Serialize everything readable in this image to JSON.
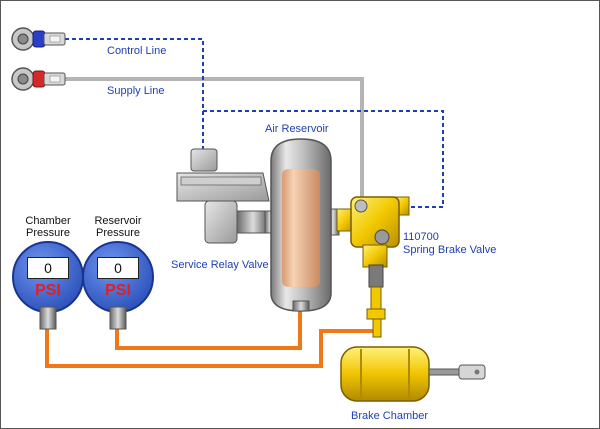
{
  "labels": {
    "control_line": "Control Line",
    "supply_line": "Supply Line",
    "air_reservoir": "Air Reservoir",
    "service_relay_valve": "Service Relay Valve",
    "spring_brake_part": "110700",
    "spring_brake_valve": "Spring Brake Valve",
    "brake_chamber": "Brake Chamber"
  },
  "gauges": [
    {
      "title_line1": "Chamber",
      "title_line2": "Pressure",
      "value": "0",
      "unit": "PSI"
    },
    {
      "title_line1": "Reservoir",
      "title_line2": "Pressure",
      "value": "0",
      "unit": "PSI"
    }
  ],
  "colors": {
    "control_line": "#1e3fb4",
    "supply_line": "#b4b4b4",
    "pressure_line": "#f07818",
    "gauge_face": "#3a66d8",
    "valve_yellow": "#f2c800",
    "coupler_red": "#d02a2a",
    "coupler_blue": "#2a3ec8"
  }
}
